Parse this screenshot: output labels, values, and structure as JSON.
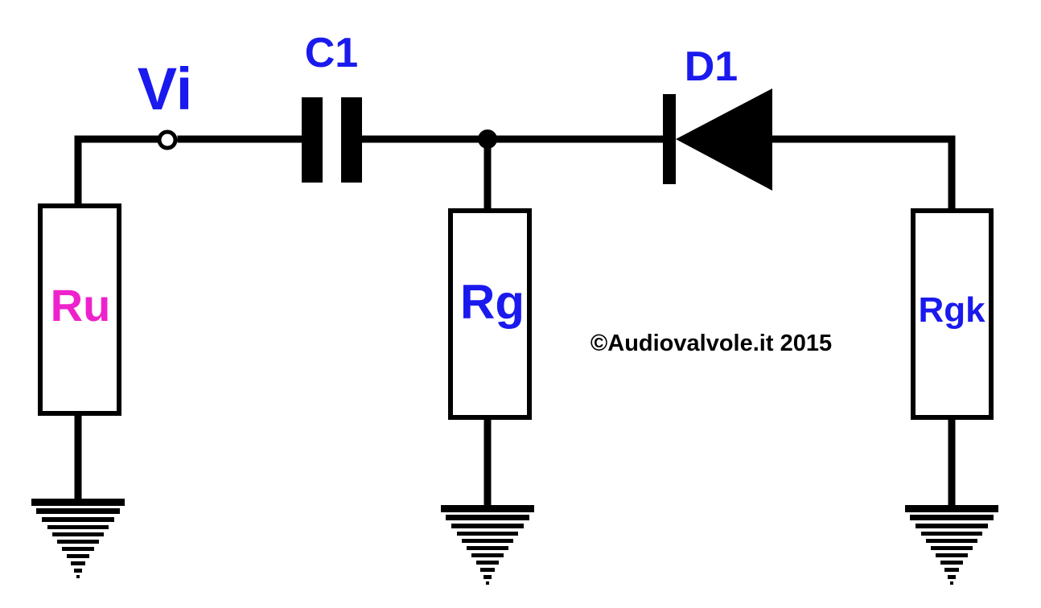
{
  "labels": {
    "input": "Vi",
    "capacitor": "C1",
    "diode": "D1",
    "resistor_ru": "Ru",
    "resistor_rg": "Rg",
    "resistor_rgk": "Rgk",
    "copyright": "©Audiovalvole.it 2015"
  },
  "colors": {
    "label_blue": "#1a1aee",
    "label_magenta": "#ee22cc",
    "wire": "#000000",
    "background": "#ffffff"
  }
}
